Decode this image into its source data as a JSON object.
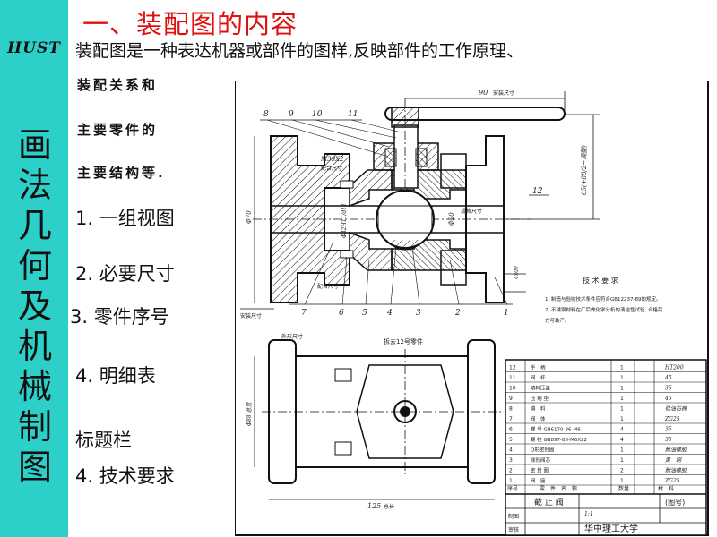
{
  "slide": {
    "logo_text": "HUST",
    "side_title": [
      "画",
      "法",
      "几",
      "何",
      "及",
      "机",
      "械",
      "制",
      "图"
    ],
    "title": "一、装配图的内容",
    "intro": "装配图是一种表达机器或部件的图样,反映部件的工作原理、",
    "sub_lines": [
      "装配关系和",
      "主要零件的",
      "主要结构等."
    ],
    "items": [
      "1. 一组视图",
      "2. 必要尺寸",
      "3. 零件序号",
      "4. 明细表",
      "标题栏",
      "4. 技术要求"
    ]
  },
  "drawing": {
    "dim_top": "90",
    "dim_top_note": "安装尺寸",
    "dim_right": "65(+88/2~调整)",
    "dim_bottom": "125",
    "dim_bottom_note": "总长",
    "dim_left_vert": "Φ70",
    "dim_bore": "Φ20",
    "dim_bore_note": "规格尺寸",
    "dim_fit": "Φ42H11/d11",
    "dim_fit_note": "配合尺寸",
    "dim_thread": "M39X2",
    "dim_thread_note": "配合尺寸",
    "dim_side": "4x09",
    "dim_height": "Φ88 总宽",
    "install_note": "安装尺寸",
    "outline_note": "外形尺寸",
    "section_note": "拆去12号零件",
    "top_balloons": [
      "8",
      "9",
      "10",
      "11"
    ],
    "bottom_balloons": [
      "7",
      "6",
      "5",
      "4",
      "3",
      "2",
      "1"
    ],
    "handle_balloon": "12",
    "tech_title": "技 术 要 求",
    "tech_lines": [
      "1. 制造与验收技术条件应符合GB12237-89的规定。",
      "2. 不锈钢材料在厂后做化学分析的清洁性试验, 合格后",
      "   方可装产。"
    ],
    "bom": [
      [
        "12",
        "手　柄",
        "1",
        "HT200"
      ],
      [
        "11",
        "阀　杆",
        "1",
        "45"
      ],
      [
        "10",
        "填料压盖",
        "1",
        "35"
      ],
      [
        "9",
        "压 缩 垫",
        "1",
        "45"
      ],
      [
        "8",
        "填　料",
        "1",
        "硅油石棉"
      ],
      [
        "7",
        "阀　体",
        "1",
        "ZG25"
      ],
      [
        "6",
        "螺 母 GB6170-86-M6",
        "4",
        "35"
      ],
      [
        "5",
        "螺 柱 GB897-88-M6X22",
        "4",
        "35"
      ],
      [
        "4",
        "O形密封圈",
        "1",
        "耐油橡胶"
      ],
      [
        "3",
        "球形阀芯",
        "1",
        "黄　铜"
      ],
      [
        "2",
        "密 封 圈",
        "2",
        "耐油橡胶"
      ],
      [
        "1",
        "阀　座",
        "1",
        "ZG25"
      ]
    ],
    "bom_header": [
      "序号",
      "零　件　名　称",
      "数量",
      "材　料"
    ],
    "title_block": {
      "name": "截 止 阀",
      "drawing_no": "(图号)",
      "scale": "1:1",
      "school": "华中理工大学",
      "row_labels": [
        "制图",
        "审核"
      ]
    }
  }
}
